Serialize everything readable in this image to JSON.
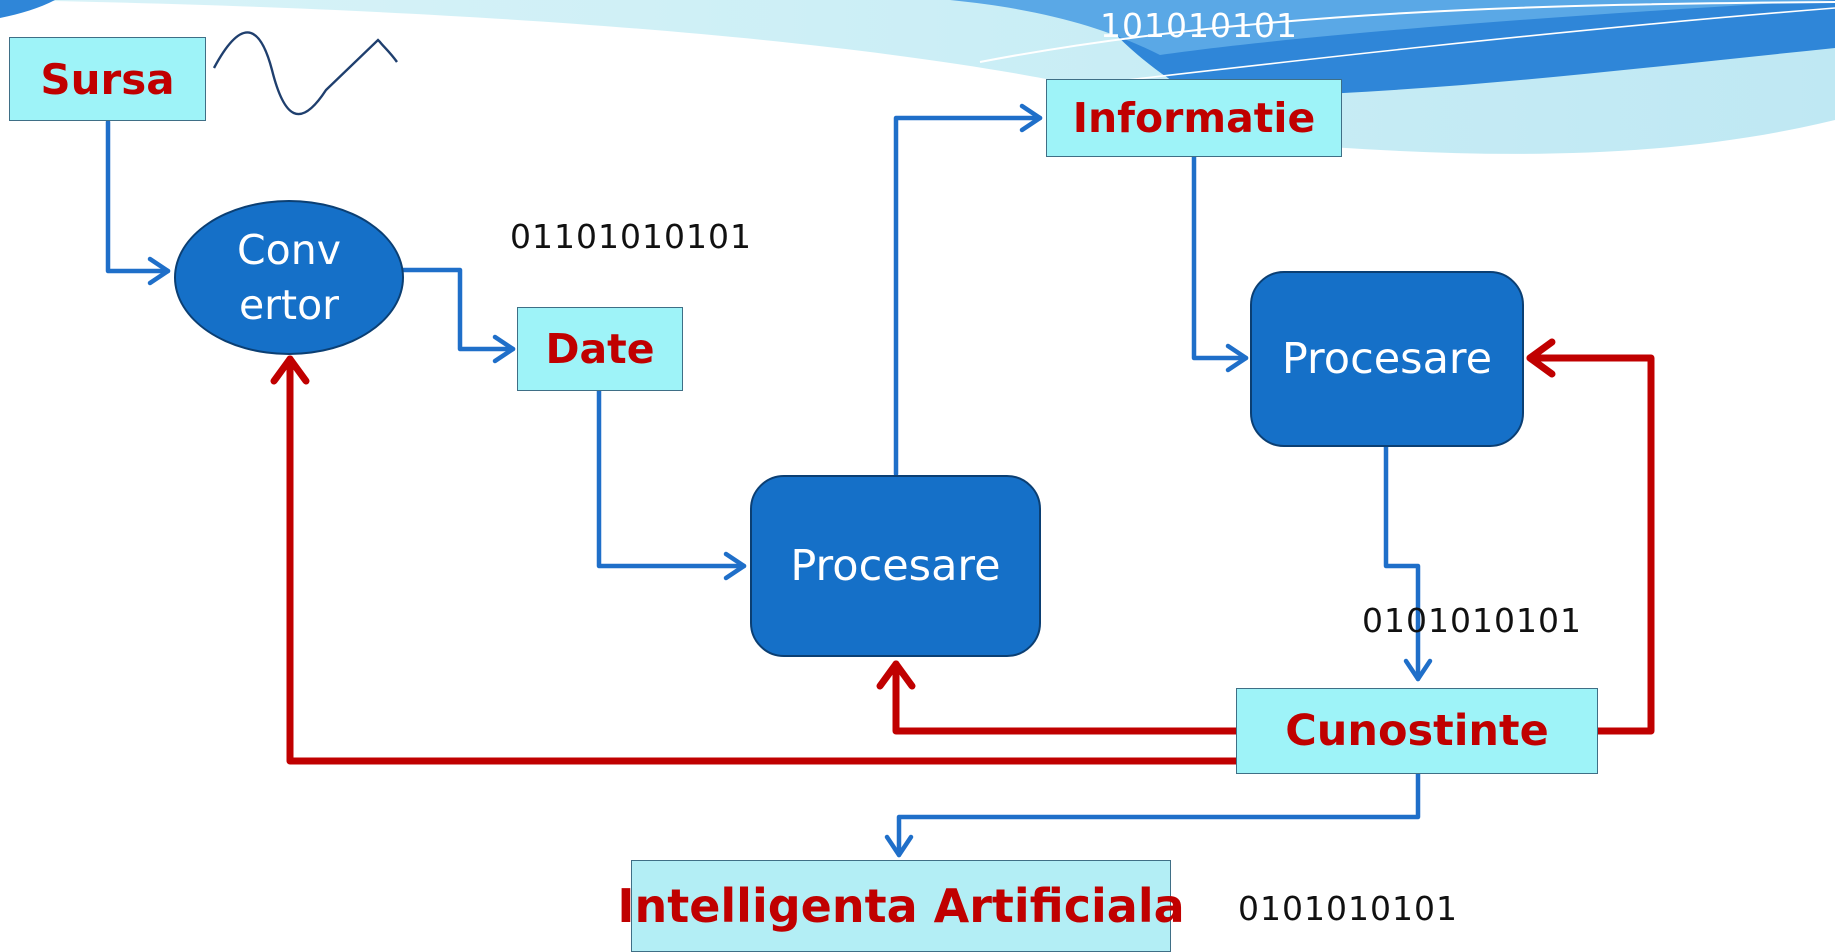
{
  "nodes": {
    "sursa": "Sursa",
    "convertor_line1": "Conv",
    "convertor_line2": "ertor",
    "date": "Date",
    "procesare_center": "Procesare",
    "informatie": "Informatie",
    "procesare_right": "Procesare",
    "cunostinte": "Cunostinte",
    "inteligenta": "Intelligenta Artificiala"
  },
  "binary_labels": {
    "top": "101010101",
    "after_convertor": "01101010101",
    "before_cunostinte": "0101010101",
    "bottom": "0101010101"
  },
  "colors": {
    "flow_arrows": "#1f6fc9",
    "feedback_arrows": "#c00000",
    "node_fill": "#1570c8",
    "label_box_fill": "#9ef3f8",
    "label_text": "#c00000"
  }
}
